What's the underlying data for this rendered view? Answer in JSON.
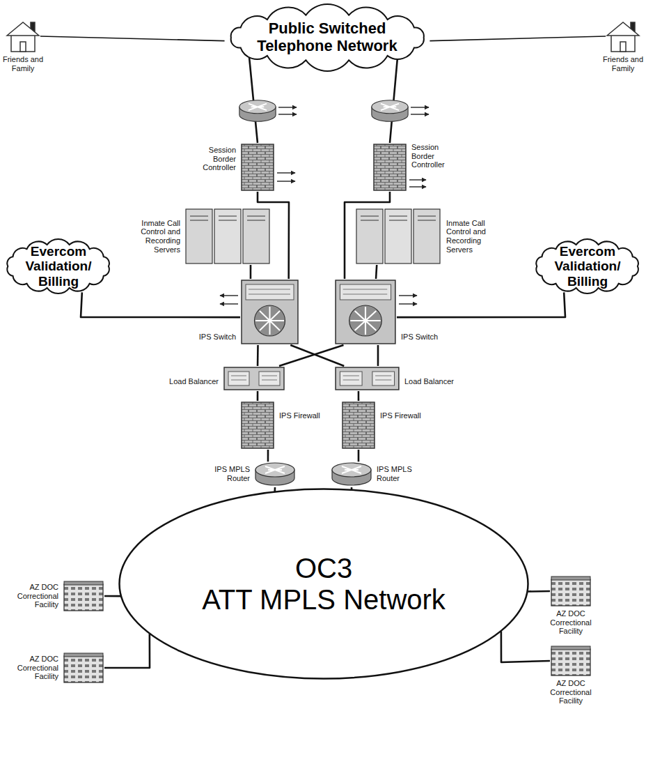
{
  "diagram": {
    "nodes": [
      {
        "text": [
          "Public Switched Telephone Network"
        ]
      },
      {
        "text": [
          "Friends and Family"
        ]
      },
      {
        "text": [
          "Friends and Family"
        ]
      },
      {
        "text": [
          "Session Border Controller"
        ]
      },
      {
        "text": [
          "Session Border Controller"
        ]
      },
      {
        "text": [
          "Inmate Call Control and Recording Servers"
        ]
      },
      {
        "text": [
          "Inmate Call Control and Recording Servers"
        ]
      },
      {
        "text": [
          "Evercom Validation/ Billing"
        ]
      },
      {
        "text": [
          "IPS Switch"
        ]
      },
      {
        "text": [
          "IPS Switch"
        ]
      },
      {
        "text": [
          "Evercom Validation/ Billing"
        ]
      },
      {
        "text": [
          "Load Balancer"
        ]
      },
      {
        "text": [
          "Load Balancer"
        ]
      },
      {
        "text": [
          "IPS Firewall"
        ]
      },
      {
        "text": [
          "IPS Firewall"
        ]
      },
      {
        "text": [
          "IPS MPLS Router"
        ]
      },
      {
        "text": [
          "IPS MPLS Router"
        ]
      },
      {
        "text": [
          "OC3",
          "ATT MPLS Network"
        ]
      },
      {
        "text": [
          "AZ DOC Correctional Facility"
        ]
      },
      {
        "text": [
          "AZ DOC Correctional Facility"
        ]
      },
      {
        "text": [
          "AZ DOC Correctional Facility"
        ]
      },
      {
        "text": [
          "AZ DOC Correctional Facility"
        ]
      }
    ],
    "edges": [
      {
        "from": 1,
        "to": 0,
        "arrow": "none"
      },
      {
        "from": 2,
        "to": 0,
        "arrow": "none"
      },
      {
        "from": 0,
        "to": 3,
        "arrow": "none"
      },
      {
        "from": 0,
        "to": 4,
        "arrow": "none"
      },
      {
        "from": 3,
        "to": 8,
        "arrow": "none"
      },
      {
        "from": 4,
        "to": 9,
        "arrow": "none"
      },
      {
        "from": 5,
        "to": 8,
        "arrow": "none"
      },
      {
        "from": 6,
        "to": 9,
        "arrow": "none"
      },
      {
        "from": 7,
        "to": 8,
        "arrow": "none"
      },
      {
        "from": 10,
        "to": 9,
        "arrow": "none"
      },
      {
        "from": 8,
        "to": 11,
        "arrow": "none"
      },
      {
        "from": 8,
        "to": 12,
        "arrow": "none"
      },
      {
        "from": 9,
        "to": 11,
        "arrow": "none"
      },
      {
        "from": 9,
        "to": 12,
        "arrow": "none"
      },
      {
        "from": 11,
        "to": 13,
        "arrow": "none"
      },
      {
        "from": 12,
        "to": 14,
        "arrow": "none"
      },
      {
        "from": 13,
        "to": 15,
        "arrow": "none"
      },
      {
        "from": 14,
        "to": 16,
        "arrow": "none"
      },
      {
        "from": 15,
        "to": 17,
        "arrow": "none"
      },
      {
        "from": 16,
        "to": 17,
        "arrow": "none"
      },
      {
        "from": 18,
        "to": 17,
        "arrow": "none"
      },
      {
        "from": 19,
        "to": 17,
        "arrow": "none"
      },
      {
        "from": 20,
        "to": 17,
        "arrow": "none"
      },
      {
        "from": 21,
        "to": 17,
        "arrow": "none"
      }
    ]
  }
}
